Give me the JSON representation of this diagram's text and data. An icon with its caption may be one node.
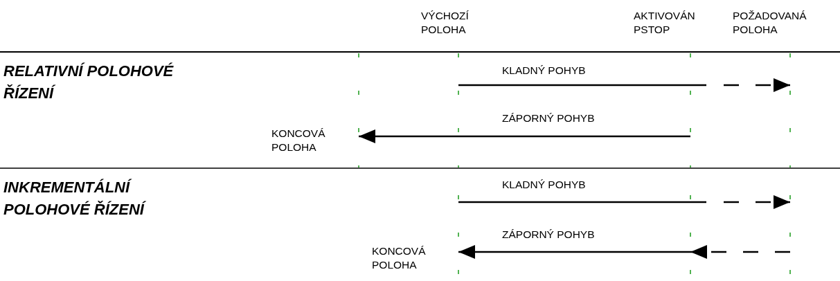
{
  "diagram": {
    "labels": [
      "VÝCHOZÍ POLOHA",
      "AKTIVOVÁN PSTOP",
      "POŽADOVANÁ POLOHA",
      "RELATIVNÍ POLOHOVÉ ŘÍZENÍ",
      "KLADNÝ POHYB",
      "ZÁPORNÝ POHYB",
      "KONCOVÁ POLOHA",
      "INKREMENTÁLNÍ POLOHOVÉ ŘÍZENÍ",
      "KLADNÝ POHYB",
      "ZÁPORNÝ POHYB",
      "KONCOVÁ POLOHA"
    ]
  }
}
